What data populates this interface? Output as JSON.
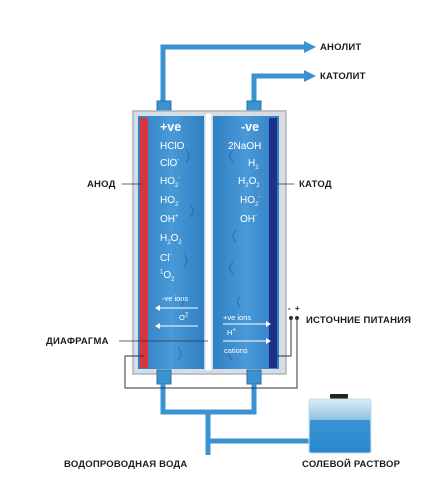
{
  "labels": {
    "anolyte": "АНОЛИТ",
    "catholyte": "КАТОЛИТ",
    "anode": "АНОД",
    "cathode": "КАТОД",
    "diaphragm": "ДИАФРАГМА",
    "power_source": "ИСТОЧНИЕ ПИТАНИЯ",
    "tap_water": "ВОДОПРОВОДНАЯ ВОДА",
    "brine": "СОЛЕВОЙ РАСТВОР"
  },
  "anode_chamber": {
    "polarity": "+ve",
    "species": [
      "HClO",
      "ClO",
      "HO",
      "HO",
      "OH",
      "H",
      "Cl",
      "O"
    ],
    "neg_ions": "-ve ions",
    "o2": "O"
  },
  "cathode_chamber": {
    "polarity": "-ve",
    "species": [
      "2NaOH",
      "H",
      "H",
      "HO",
      "OH"
    ],
    "pos_ions": "+ve ions",
    "h_plus": "H",
    "cations": "cations"
  },
  "terminals": {
    "minus": "-",
    "plus": "+"
  },
  "colors": {
    "pipe": "#3a93d0",
    "cell_fill": "#3d8fd1",
    "cell_frame": "#bfc7cf",
    "anode_bar": "#d9353b",
    "cathode_bar": "#1f2f8a"
  }
}
